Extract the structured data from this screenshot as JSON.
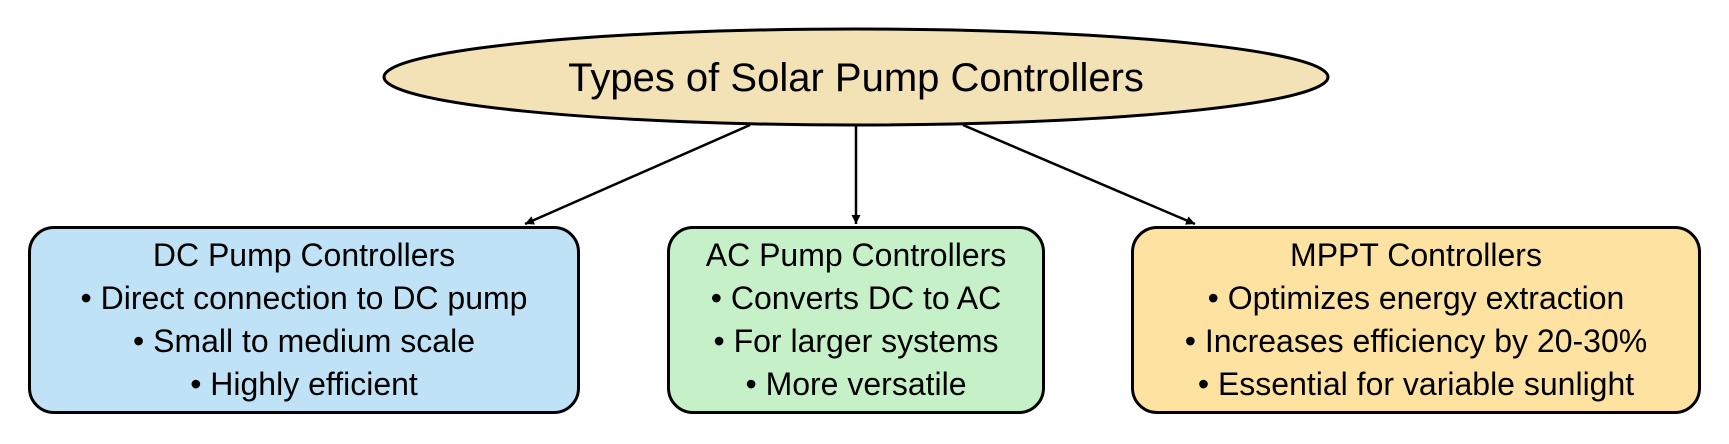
{
  "diagram": {
    "title": "Types of Solar Pump Controllers",
    "root_color": "#f2e2b6",
    "nodes": [
      {
        "id": "dc",
        "title": "DC Pump Controllers",
        "color": "#bfe2f6",
        "bullets": [
          "• Direct connection to DC pump",
          "• Small to medium scale",
          "• Highly efficient"
        ]
      },
      {
        "id": "ac",
        "title": "AC Pump Controllers",
        "color": "#c6f0c8",
        "bullets": [
          "• Converts DC to AC",
          "• For larger systems",
          "• More versatile"
        ]
      },
      {
        "id": "mppt",
        "title": "MPPT Controllers",
        "color": "#fde2a2",
        "bullets": [
          "• Optimizes energy extraction",
          "• Increases efficiency by 20-30%",
          "• Essential for variable sunlight"
        ]
      }
    ],
    "edges": [
      {
        "from": "root",
        "to": "dc"
      },
      {
        "from": "root",
        "to": "ac"
      },
      {
        "from": "root",
        "to": "mppt"
      }
    ]
  }
}
